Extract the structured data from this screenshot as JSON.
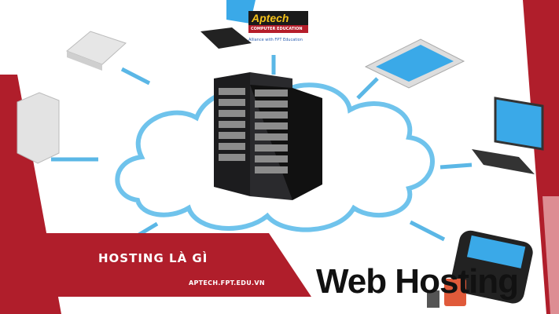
{
  "banner": {
    "title": "HOSTING LÀ GÌ",
    "url": "APTECH.FPT.EDU.VN"
  },
  "illustration": {
    "headline": "Web Hosting"
  },
  "logo": {
    "name": "Aptech",
    "subtitle": "COMPUTER EDUCATION",
    "alliance": "Alliance with FPT Education"
  },
  "colors": {
    "brand_red": "#b01e2b",
    "arrow_blue": "#5bb7e6",
    "screen_blue": "#3aa9e8",
    "rack_black": "#1c1c1e"
  }
}
